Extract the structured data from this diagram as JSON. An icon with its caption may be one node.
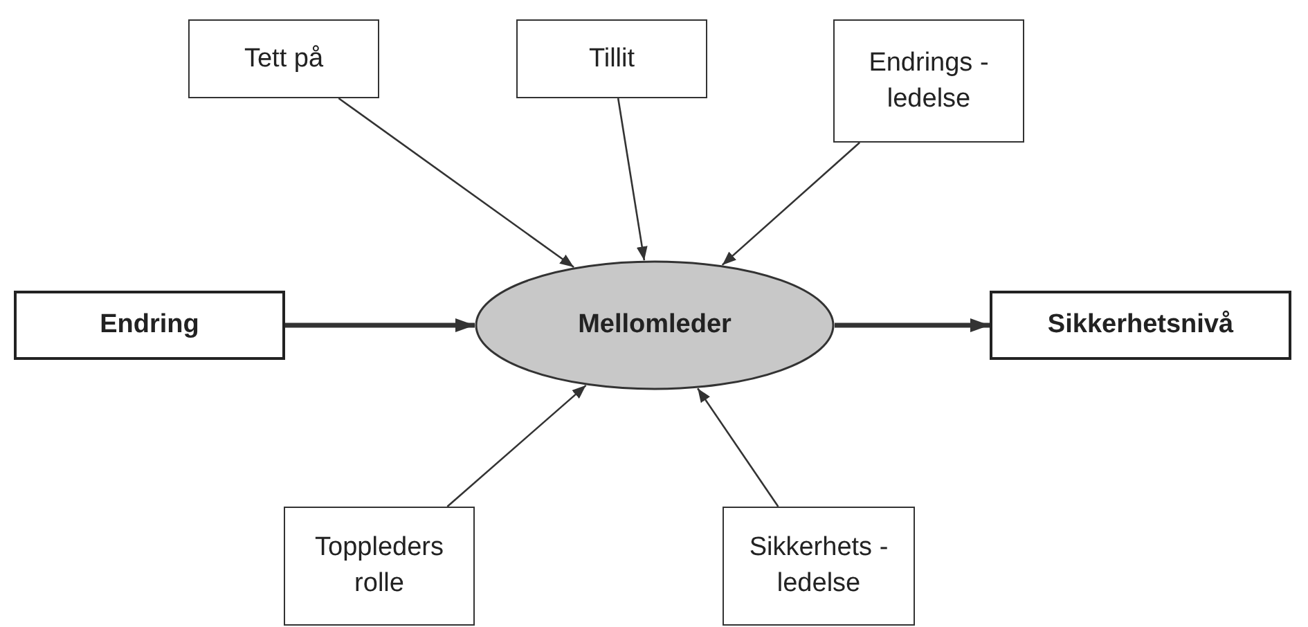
{
  "diagram": {
    "nodes": [
      {
        "text": [
          "Tett på"
        ]
      },
      {
        "text": [
          "Tillit"
        ]
      },
      {
        "text": [
          "Endrings - ledelse"
        ]
      },
      {
        "text": [
          "Endring"
        ]
      },
      {
        "text": [
          "Mellomleder"
        ]
      },
      {
        "text": [
          "Sikkerhetsnivå"
        ]
      },
      {
        "text": [
          "Toppleders rolle"
        ]
      },
      {
        "text": [
          "Sikkerhets - ledelse"
        ]
      }
    ],
    "edges": [
      {
        "from": 0,
        "to": 4,
        "arrow": "to"
      },
      {
        "from": 1,
        "to": 4,
        "arrow": "to"
      },
      {
        "from": 2,
        "to": 4,
        "arrow": "to"
      },
      {
        "from": 3,
        "to": 4,
        "arrow": "to",
        "style": "thick"
      },
      {
        "from": 4,
        "to": 5,
        "arrow": "to",
        "style": "thick"
      },
      {
        "from": 6,
        "to": 4,
        "arrow": "to"
      },
      {
        "from": 7,
        "to": 4,
        "arrow": "to"
      }
    ]
  }
}
